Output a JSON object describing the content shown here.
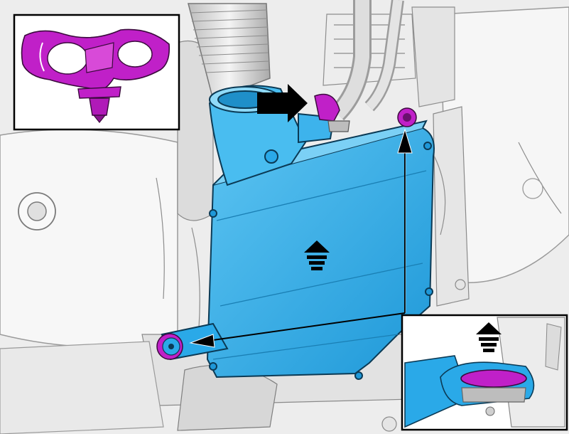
{
  "diagram": {
    "kind": "service-illustration",
    "subject": "air-filter-housing",
    "accent_color": "#2aa9e8",
    "highlight_color": "#c020c8",
    "line_color": "#000000",
    "arrow_symbol": "upward-lift-arrow",
    "insets": [
      {
        "name": "top-left-detail",
        "shows": "grommet-bracket"
      },
      {
        "name": "bottom-right-detail",
        "shows": "grommet-mount"
      }
    ]
  }
}
